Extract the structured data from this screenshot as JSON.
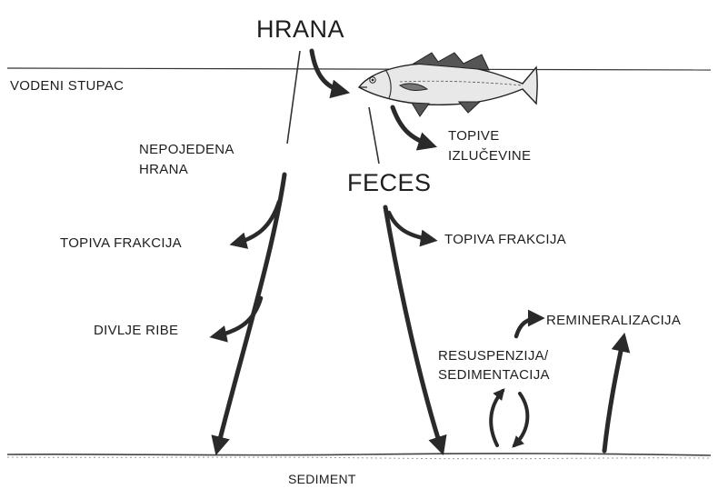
{
  "labels": {
    "hrana": "HRANA",
    "vodeni_stupac": "VODENI STUPAC",
    "nepojedena_1": "NEPOJEDENA",
    "nepojedena_2": "HRANA",
    "topive_1": "TOPIVE",
    "topive_2": "IZLUČEVINE",
    "feces": "FECES",
    "topiva_left": "TOPIVA FRAKCIJA",
    "topiva_right": "TOPIVA FRAKCIJA",
    "divlje_ribe": "DIVLJE RIBE",
    "remineralizacija": "REMINERALIZACIJA",
    "resuspenzija_1": "RESUSPENZIJA/",
    "resuspenzija_2": "SEDIMENTACIJA",
    "sediment": "SEDIMENT"
  },
  "icons": {
    "fish": "fish-icon"
  },
  "colors": {
    "ink": "#1e1e1e",
    "arrow": "#2a2a2a"
  }
}
